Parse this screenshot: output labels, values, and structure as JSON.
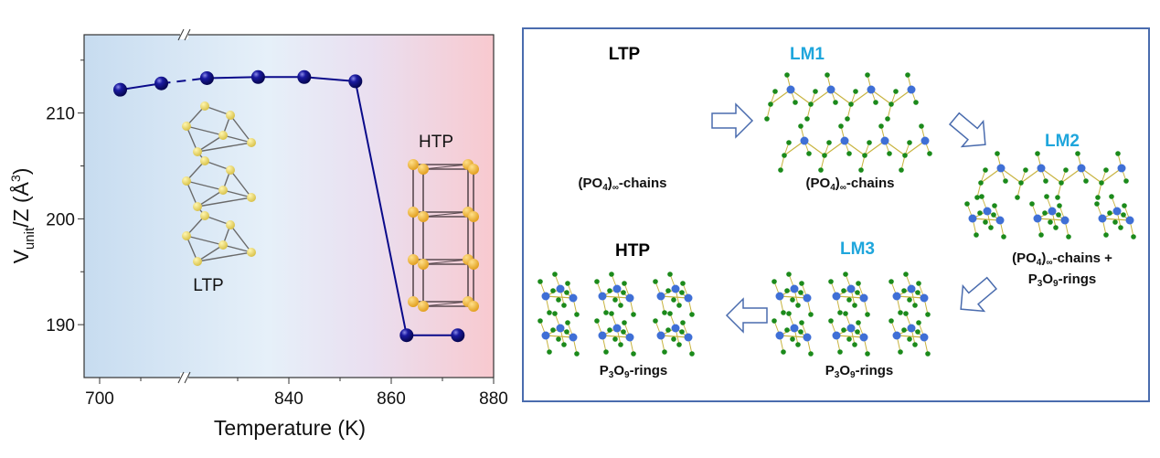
{
  "chart_data": {
    "type": "line",
    "title": "",
    "xlabel": "Temperature (K)",
    "ylabel_main": "V",
    "ylabel_sub": "unit",
    "ylabel_rest": "/Z (Å",
    "ylabel_sup": "3",
    "ylabel_end": ")",
    "x": [
      705,
      715,
      824,
      834,
      843,
      853,
      863,
      873
    ],
    "y": [
      212.2,
      212.8,
      213.3,
      213.4,
      213.4,
      213.0,
      189.0,
      189.0
    ],
    "dashed_segments": [
      [
        1,
        2
      ]
    ],
    "xlim": [
      695,
      880
    ],
    "x_axis_break": [
      720,
      820
    ],
    "ylim": [
      185,
      217.4
    ],
    "xticks": [
      {
        "value": 700,
        "label": "700"
      },
      {
        "value": 840,
        "label": "840"
      },
      {
        "value": 860,
        "label": "860"
      },
      {
        "value": 880,
        "label": "880"
      }
    ],
    "xminor": [
      710,
      830,
      850,
      870
    ],
    "yticks": [
      {
        "value": 190,
        "label": "190"
      },
      {
        "value": 200,
        "label": "200"
      },
      {
        "value": 210,
        "label": "210"
      }
    ],
    "yminor": [
      195,
      205,
      215
    ],
    "grid": false,
    "series_color": "#0a0a8a",
    "background_gradient": [
      "#c7dcf0",
      "#e6f0f9",
      "#eadff0",
      "#f8c9cf"
    ],
    "annotations": [
      {
        "text": "LTP"
      },
      {
        "text": "HTP"
      }
    ]
  },
  "diagram": {
    "border_color": "#4a6cae",
    "accent_color": "#1fa6dc",
    "phases": {
      "ltp": "LTP",
      "lm1": "LM1",
      "lm2": "LM2",
      "lm3": "LM3",
      "htp": "HTP"
    },
    "captions": {
      "chains_pre": "(PO",
      "chains_sub": "4",
      "chains_close": ")",
      "chains_inf": "∞",
      "chains_post": "-chains",
      "chains_plus": " +",
      "rings_p": "P",
      "rings_p_sub": "3",
      "rings_o": "O",
      "rings_o_sub": "9",
      "rings_post": "-rings"
    }
  }
}
